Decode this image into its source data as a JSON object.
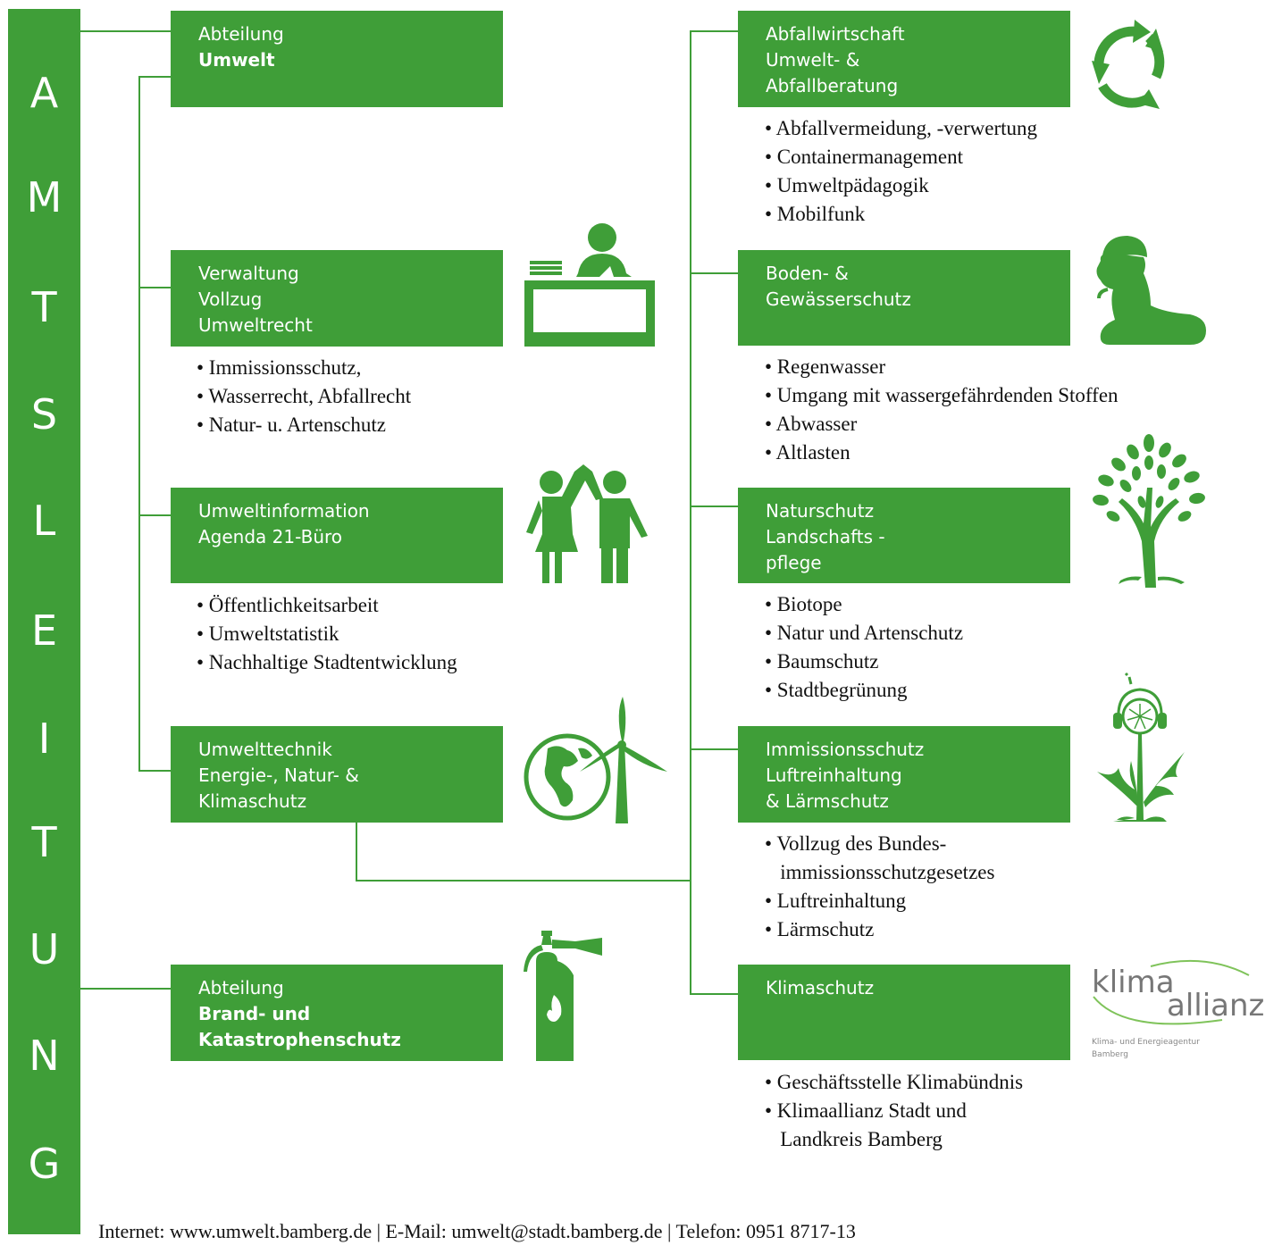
{
  "sidebar": {
    "letters": [
      "A",
      "M",
      "T",
      "S",
      "L",
      "E",
      "I",
      "T",
      "U",
      "N",
      "G"
    ]
  },
  "left_boxes": [
    {
      "lines": [
        {
          "t": "Abteilung",
          "b": false
        },
        {
          "t": "Umwelt",
          "b": true
        }
      ]
    },
    {
      "lines": [
        {
          "t": "Verwaltung",
          "b": false
        },
        {
          "t": "Vollzug",
          "b": false
        },
        {
          "t": "Umweltrecht",
          "b": false
        }
      ]
    },
    {
      "lines": [
        {
          "t": "Umweltinformation",
          "b": false
        },
        {
          "t": "Agenda 21-Büro",
          "b": false
        }
      ]
    },
    {
      "lines": [
        {
          "t": "Umwelttechnik",
          "b": false
        },
        {
          "t": "Energie-, Natur- &",
          "b": false
        },
        {
          "t": "Klimaschutz",
          "b": false
        }
      ]
    },
    {
      "lines": [
        {
          "t": "Abteilung",
          "b": false
        },
        {
          "t": "Brand- und",
          "b": true
        },
        {
          "t": "Katastrophenschutz",
          "b": true
        }
      ]
    }
  ],
  "right_boxes": [
    {
      "lines": [
        {
          "t": "Abfallwirtschaft",
          "b": false
        },
        {
          "t": "Umwelt- &",
          "b": false
        },
        {
          "t": "Abfallberatung",
          "b": false
        }
      ]
    },
    {
      "lines": [
        {
          "t": "Boden- &",
          "b": false
        },
        {
          "t": "Gewässerschutz",
          "b": false
        }
      ]
    },
    {
      "lines": [
        {
          "t": "Naturschutz",
          "b": false
        },
        {
          "t": "Landschafts -",
          "b": false
        },
        {
          "t": "pflege",
          "b": false
        }
      ]
    },
    {
      "lines": [
        {
          "t": "Immissionsschutz",
          "b": false
        },
        {
          "t": "Luftreinhaltung",
          "b": false
        },
        {
          "t": "& Lärmschutz",
          "b": false
        }
      ]
    },
    {
      "lines": [
        {
          "t": "Klimaschutz",
          "b": false
        }
      ]
    }
  ],
  "lists": {
    "verwaltung": [
      "• Immissionsschutz,",
      "• Wasserrecht, Abfallrecht",
      "• Natur- u. Artenschutz"
    ],
    "umweltinformation": [
      "• Öffentlichkeitsarbeit",
      "• Umweltstatistik",
      "• Nachhaltige Stadtentwicklung"
    ],
    "abfall": [
      "• Abfallvermeidung, -verwertung",
      "• Containermanagement",
      "• Umweltpädagogik",
      "• Mobilfunk"
    ],
    "boden": [
      "• Regenwasser",
      "• Umgang mit wassergefährdenden Stoffen",
      "• Abwasser",
      "• Altlasten"
    ],
    "naturschutz": [
      "• Biotope",
      "• Natur und Artenschutz",
      "• Baumschutz",
      "• Stadtbegrünung"
    ],
    "immission": [
      "• Vollzug des Bundes-",
      "   immissionsschutzgesetzes",
      "• Luftreinhaltung",
      "• Lärmschutz"
    ],
    "klimaschutz": [
      "• Geschäftsstelle Klimabündnis",
      "• Klimaallianz Stadt und",
      "   Landkreis Bamberg"
    ]
  },
  "logo": {
    "word1": "klima",
    "word2": "allianz",
    "sub1": "Klima- und Energieagentur",
    "sub2": "Bamberg"
  },
  "footer": "Internet: www.umwelt.bamberg.de | E-Mail: umwelt@stadt.bamberg.de | Telefon: 0951 8717-13",
  "colors": {
    "green": "#3f9e38",
    "text": "#111111"
  },
  "icons": [
    "desk-worker-icon",
    "couple-icon",
    "globe-windturbine-icon",
    "fire-extinguisher-icon",
    "recycle-icon",
    "mole-icon",
    "tree-icon",
    "dandelion-headphones-icon",
    "klima-allianz-logo"
  ]
}
